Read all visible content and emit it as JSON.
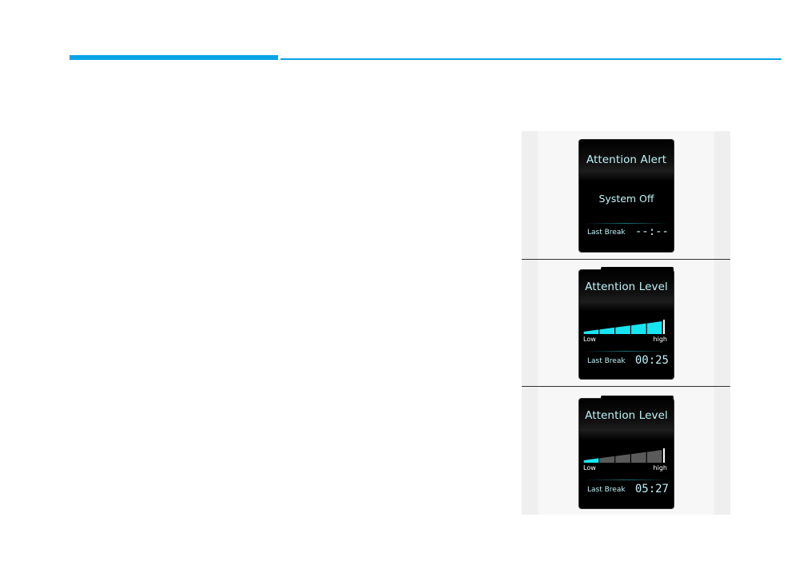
{
  "colors": {
    "accent_rule": "#0aa3e6",
    "screen_text": "#bff4f7",
    "bar_active": "#16e6f2",
    "bar_inactive": "#5a5a5a",
    "screen_bg": "#000000"
  },
  "panels": [
    {
      "title": "Attention Alert",
      "status": "System Off",
      "last_break_label": "Last Break",
      "last_break_value": "--:--"
    },
    {
      "title": "Attention Level",
      "low_label": "Low",
      "high_label": "high",
      "level_segments_active": 5,
      "level_segments_total": 5,
      "last_break_label": "Last Break",
      "last_break_value": "00:25"
    },
    {
      "title": "Attention Level",
      "low_label": "Low",
      "high_label": "high",
      "level_segments_active": 1,
      "level_segments_total": 5,
      "last_break_label": "Last Break",
      "last_break_value": "05:27"
    }
  ]
}
